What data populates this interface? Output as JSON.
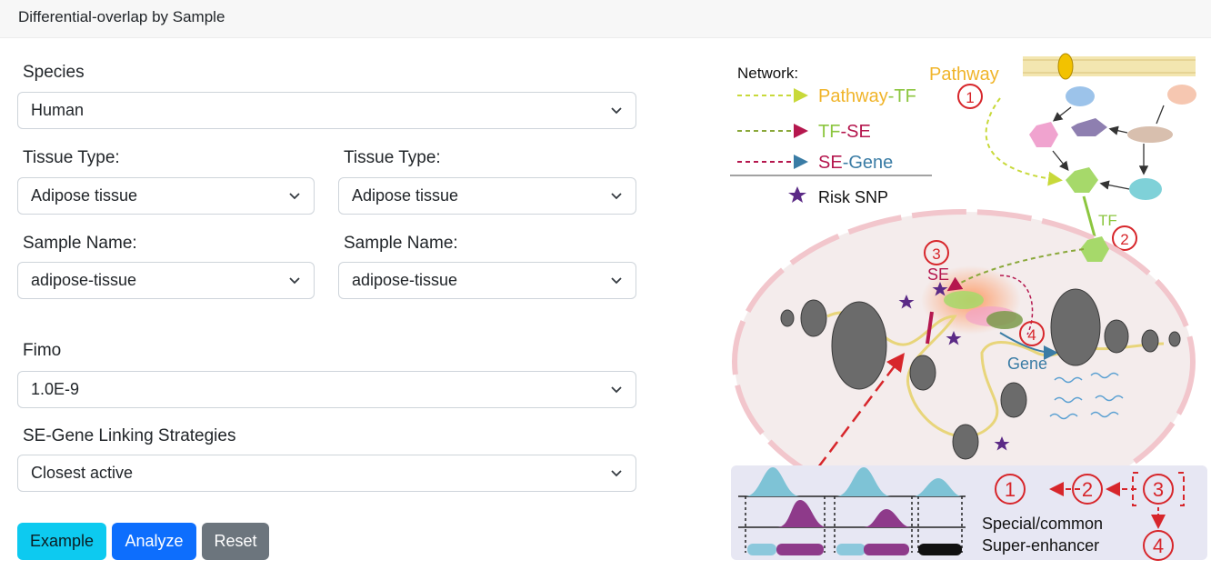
{
  "header": {
    "title": "Differential-overlap by Sample"
  },
  "form": {
    "species": {
      "label": "Species",
      "value": "Human"
    },
    "tissue_type_1": {
      "label": "Tissue Type:",
      "value": "Adipose tissue"
    },
    "tissue_type_2": {
      "label": "Tissue Type:",
      "value": "Adipose tissue"
    },
    "sample_name_1": {
      "label": "Sample Name:",
      "value": "adipose-tissue"
    },
    "sample_name_2": {
      "label": "Sample Name:",
      "value": "adipose-tissue"
    },
    "fimo": {
      "label": "Fimo",
      "value": "1.0E-9"
    },
    "linking": {
      "label": "SE-Gene Linking Strategies",
      "value": "Closest active"
    }
  },
  "buttons": {
    "example": "Example",
    "analyze": "Analyze",
    "reset": "Reset"
  },
  "diagram": {
    "legend_title": "Network:",
    "legend_pathway_tf_a": "Pathway",
    "legend_pathway_tf_b": "-TF",
    "legend_tf_se_a": "TF",
    "legend_tf_se_b": "-SE",
    "legend_se_gene_a": "SE",
    "legend_se_gene_b": "-Gene",
    "legend_risk_snp": "Risk SNP",
    "pathway": "Pathway",
    "tf": "TF",
    "se": "SE",
    "gene": "Gene",
    "step1": "1",
    "step2": "2",
    "step3": "3",
    "step4": "4",
    "caption_line1": "Special/common",
    "caption_line2": "Super-enhancer",
    "colors": {
      "pathway": "#f0b429",
      "tf": "#8cc63f",
      "se": "#b5174e",
      "gene": "#3a7ca5",
      "step": "#d7262b",
      "snp": "#5b2a86"
    }
  }
}
